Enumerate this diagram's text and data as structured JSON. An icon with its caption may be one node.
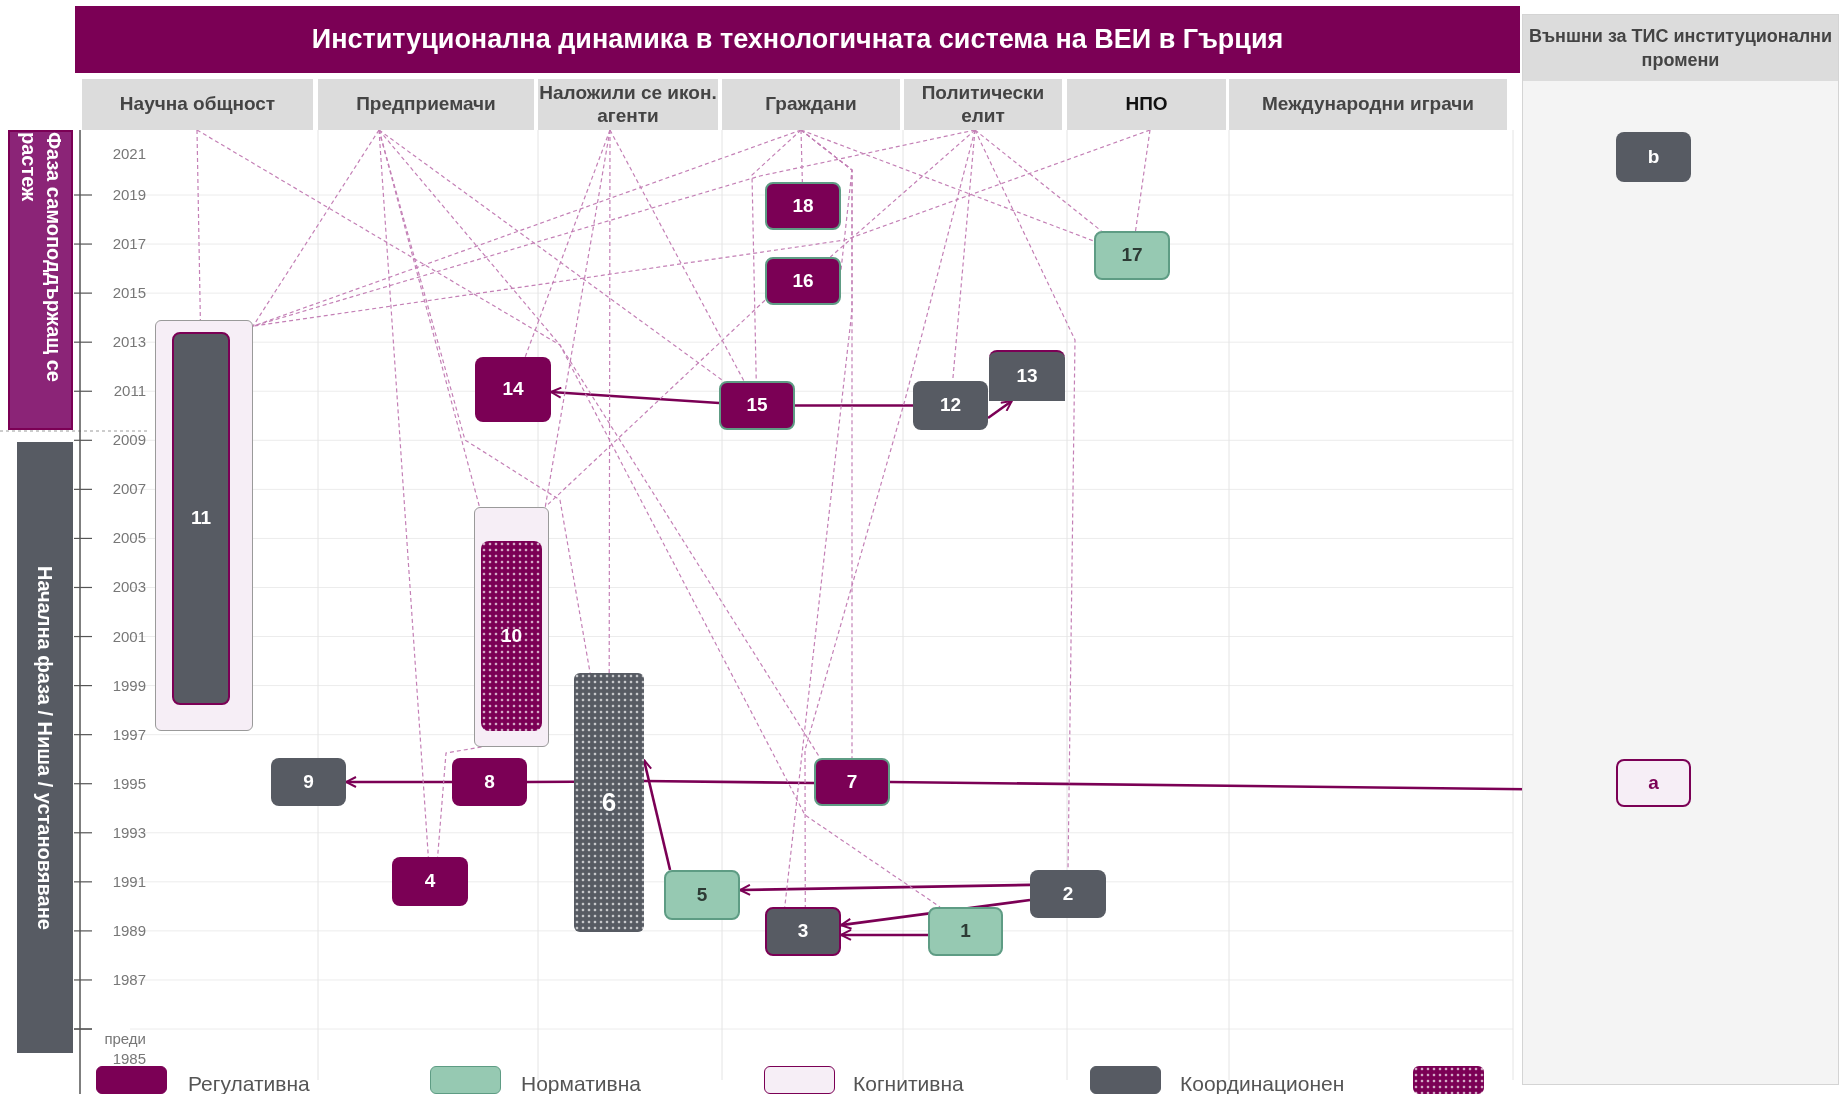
{
  "diagram": {
    "title": "Институционална динамика в технологичната система на ВЕИ в Гърция",
    "nodes": [
      {
        "text": [
          "Фаза самоподдържащ се растеж"
        ]
      },
      {
        "text": [
          "Начална фаза / Ниша / установяване"
        ]
      },
      {
        "text": [
          "Научна общност"
        ]
      },
      {
        "text": [
          "Предприемачи"
        ]
      },
      {
        "text": [
          "Наложили се икон. агенти"
        ]
      },
      {
        "text": [
          "Граждани"
        ]
      },
      {
        "text": [
          "Политически елит"
        ]
      },
      {
        "text": [
          "НПО"
        ]
      },
      {
        "text": [
          "Международни играчи"
        ]
      },
      {
        "text": [
          "Външни за ТИС институционални промени"
        ]
      },
      {
        "text": [
          "b"
        ],
        "in": 9
      },
      {
        "text": [
          "18"
        ]
      },
      {
        "text": [
          "17"
        ]
      },
      {
        "text": [
          "16"
        ]
      },
      {
        "text": [],
        "shape": "box"
      },
      {
        "text": [
          "11"
        ],
        "in": 14
      },
      {
        "text": [
          "13"
        ]
      },
      {
        "text": [
          "14"
        ]
      },
      {
        "text": [
          "15"
        ]
      },
      {
        "text": [
          "12"
        ]
      },
      {
        "text": [],
        "shape": "box"
      },
      {
        "text": [
          "10"
        ],
        "in": 20
      },
      {
        "text": [
          "6"
        ]
      },
      {
        "text": [
          "9"
        ]
      },
      {
        "text": [
          "8"
        ]
      },
      {
        "text": [
          "7"
        ]
      },
      {
        "text": [
          "a"
        ],
        "in": 9
      },
      {
        "text": [
          "4"
        ]
      },
      {
        "text": [
          "5"
        ]
      },
      {
        "text": [
          "2"
        ]
      },
      {
        "text": [
          "3"
        ]
      },
      {
        "text": [
          "1"
        ]
      }
    ],
    "edges": [
      {
        "from": 18,
        "to": 17,
        "arrow": "to",
        "color": "#7b0055"
      },
      {
        "from": 19,
        "to": 18,
        "arrow": "none",
        "color": "#7b0055"
      },
      {
        "from": 19,
        "to": 16,
        "arrow": "to",
        "color": "#7b0055"
      },
      {
        "from": 24,
        "to": 23,
        "arrow": "to",
        "color": "#7b0055"
      },
      {
        "from": 22,
        "to": 24,
        "arrow": "none",
        "color": "#7b0055"
      },
      {
        "from": 25,
        "to": 22,
        "arrow": "none",
        "color": "#7b0055"
      },
      {
        "from": 26,
        "to": 25,
        "arrow": "none",
        "color": "#7b0055"
      },
      {
        "from": 28,
        "to": 22,
        "arrow": "to",
        "color": "#7b0055"
      },
      {
        "from": 29,
        "to": 28,
        "arrow": "to",
        "color": "#7b0055"
      },
      {
        "from": 29,
        "to": 30,
        "arrow": "to",
        "color": "#7b0055"
      },
      {
        "from": 31,
        "to": 30,
        "arrow": "to",
        "color": "#7b0055"
      },
      {
        "from": 2,
        "to": 14,
        "arrow": "none",
        "style": "dashed"
      },
      {
        "from": 2,
        "to": 25,
        "arrow": "none",
        "style": "dashed"
      },
      {
        "from": 3,
        "to": 14,
        "arrow": "none",
        "style": "dashed"
      },
      {
        "from": 3,
        "to": 18,
        "arrow": "none",
        "style": "dashed"
      },
      {
        "from": 3,
        "to": 27,
        "arrow": "none",
        "style": "dashed"
      },
      {
        "from": 3,
        "to": 20,
        "arrow": "none",
        "style": "dashed"
      },
      {
        "from": 3,
        "to": 22,
        "arrow": "none",
        "style": "dashed"
      },
      {
        "from": 3,
        "to": 31,
        "arrow": "none",
        "style": "dashed"
      },
      {
        "from": 4,
        "to": 20,
        "arrow": "none",
        "style": "dashed"
      },
      {
        "from": 4,
        "to": 17,
        "arrow": "none",
        "style": "dashed"
      },
      {
        "from": 4,
        "to": 18,
        "arrow": "none",
        "style": "dashed"
      },
      {
        "from": 4,
        "to": 22,
        "arrow": "none",
        "style": "dashed"
      },
      {
        "from": 5,
        "to": 14,
        "arrow": "none",
        "style": "dashed"
      },
      {
        "from": 5,
        "to": 11,
        "arrow": "none",
        "style": "dashed"
      },
      {
        "from": 5,
        "to": 13,
        "arrow": "none",
        "style": "dashed"
      },
      {
        "from": 5,
        "to": 18,
        "arrow": "none",
        "style": "dashed"
      },
      {
        "from": 5,
        "to": 30,
        "arrow": "none",
        "style": "dashed"
      },
      {
        "from": 5,
        "to": 25,
        "arrow": "none",
        "style": "dashed"
      },
      {
        "from": 5,
        "to": 12,
        "arrow": "none",
        "style": "dashed"
      },
      {
        "from": 6,
        "to": 14,
        "arrow": "none",
        "style": "dashed"
      },
      {
        "from": 6,
        "to": 13,
        "arrow": "none",
        "style": "dashed"
      },
      {
        "from": 6,
        "to": 12,
        "arrow": "none",
        "style": "dashed"
      },
      {
        "from": 6,
        "to": 30,
        "arrow": "none",
        "style": "dashed"
      },
      {
        "from": 6,
        "to": 19,
        "arrow": "none",
        "style": "dashed"
      },
      {
        "from": 6,
        "to": 29,
        "arrow": "none",
        "style": "dashed"
      },
      {
        "from": 7,
        "to": 14,
        "arrow": "none",
        "style": "dashed"
      },
      {
        "from": 7,
        "to": 12,
        "arrow": "none",
        "style": "dashed"
      },
      {
        "from": 13,
        "to": 20,
        "arrow": "none",
        "style": "dashed"
      },
      {
        "from": 20,
        "to": 27,
        "arrow": "none",
        "style": "dashed"
      }
    ],
    "labels": [
      "2021",
      "2019",
      "2017",
      "2015",
      "2013",
      "2011",
      "2009",
      "2007",
      "2005",
      "2003",
      "2001",
      "1999",
      "1997",
      "1995",
      "1993",
      "1991",
      "1989",
      "1987",
      "преди 1985"
    ],
    "legend": [
      {
        "text": "Регулативна",
        "color": "#7b0055"
      },
      {
        "text": "Нормативна",
        "color": "#96c9b2"
      },
      {
        "text": "Когнитивна",
        "color": "#f6eef6"
      },
      {
        "text": "Координационен",
        "color": "#575b63"
      }
    ]
  }
}
